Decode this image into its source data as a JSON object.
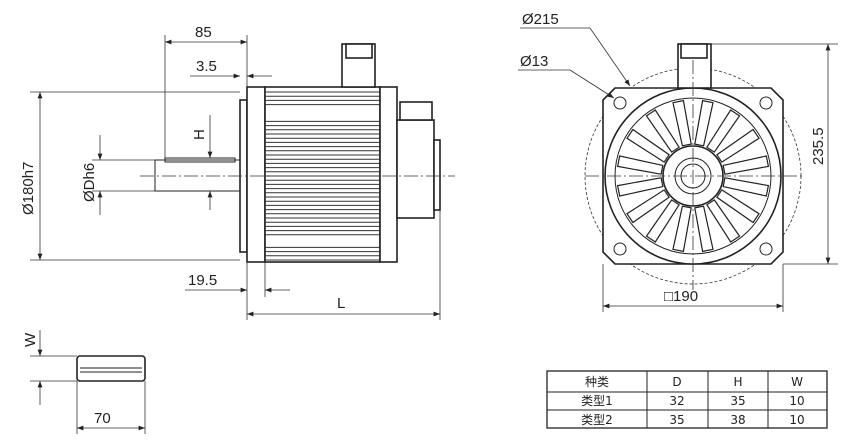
{
  "side_view": {
    "dim_flange_to_shaft_end": "85",
    "dim_flange_thickness": "3.5",
    "dim_pilot_diameter": "Ø180h7",
    "dim_shaft_diameter": "ØDh6",
    "dim_key_height": "H",
    "dim_flange_offset": "19.5",
    "dim_length": "L"
  },
  "front_view": {
    "dim_bolt_circle": "Ø215",
    "dim_hole": "Ø13",
    "dim_height": "235.5",
    "dim_square": "□190"
  },
  "key_view": {
    "dim_width": "W",
    "dim_length": "70"
  },
  "table": {
    "headers": [
      "种类",
      "D",
      "H",
      "W"
    ],
    "rows": [
      [
        "类型1",
        "32",
        "35",
        "10"
      ],
      [
        "类型2",
        "35",
        "38",
        "10"
      ]
    ]
  }
}
